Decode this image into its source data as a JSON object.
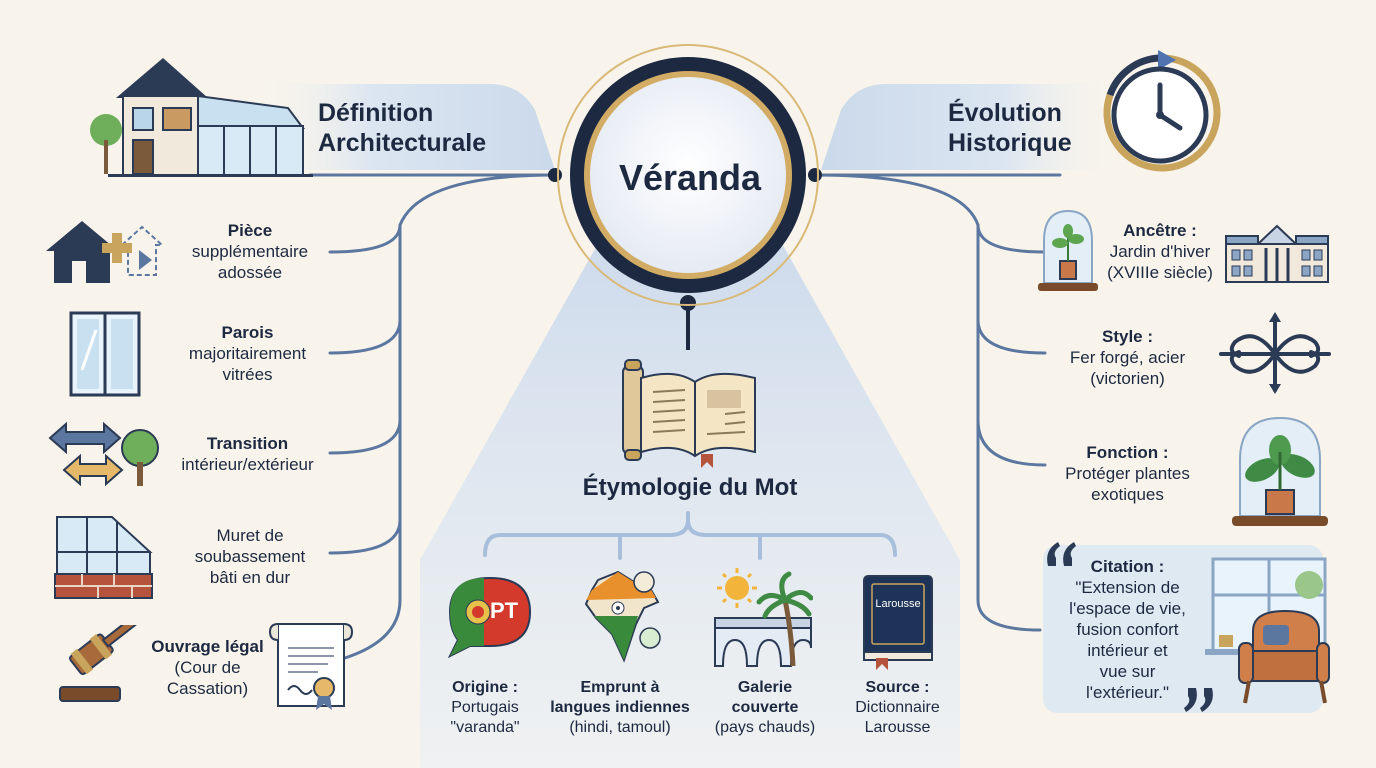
{
  "center": {
    "title": "Véranda"
  },
  "left": {
    "heading_line1": "Définition",
    "heading_line2": "Architecturale",
    "items": [
      {
        "lines": [
          "Pièce",
          "supplémentaire",
          "adossée"
        ]
      },
      {
        "lines": [
          "Parois",
          "majoritairement",
          "vitrées"
        ]
      },
      {
        "lines": [
          "Transition",
          "intérieur/extérieur"
        ]
      },
      {
        "lines": [
          "Muret de",
          "soubassement",
          "bâti en dur"
        ]
      },
      {
        "lines": [
          "Ouvrage légal",
          "(Cour de",
          "Cassation)"
        ]
      }
    ]
  },
  "right": {
    "heading_line1": "Évolution",
    "heading_line2": "Historique",
    "items": [
      {
        "title": "Ancêtre :",
        "lines": [
          "Jardin d'hiver",
          "(XVIIIe siècle)"
        ]
      },
      {
        "title": "Style :",
        "lines": [
          "Fer forgé, acier",
          "(victorien)"
        ]
      },
      {
        "title": "Fonction :",
        "lines": [
          "Protéger plantes",
          "exotiques"
        ]
      }
    ],
    "quote": {
      "title": "Citation :",
      "lines": [
        "\"Extension de",
        "l'espace de vie,",
        "fusion confort",
        "intérieur et",
        "vue sur",
        "l'extérieur.\""
      ]
    }
  },
  "etymology": {
    "title": "Étymologie du Mot",
    "items": [
      {
        "title": "Origine :",
        "lines": [
          "Portugais",
          "\"varanda\""
        ],
        "badge": "PT"
      },
      {
        "title": "Emprunt à",
        "title2": "langues indiennes",
        "lines": [
          "(hindi, tamoul)"
        ]
      },
      {
        "title": "Galerie",
        "title2": "couverte",
        "lines": [
          "(pays chauds)"
        ]
      },
      {
        "title": "Source :",
        "lines": [
          "Dictionnaire",
          "Larousse"
        ],
        "badge": "Larousse"
      }
    ]
  },
  "colors": {
    "navy": "#1d2940",
    "wire": "#5b77a0",
    "gold": "#c9a45c",
    "background": "#f8f4ec"
  }
}
